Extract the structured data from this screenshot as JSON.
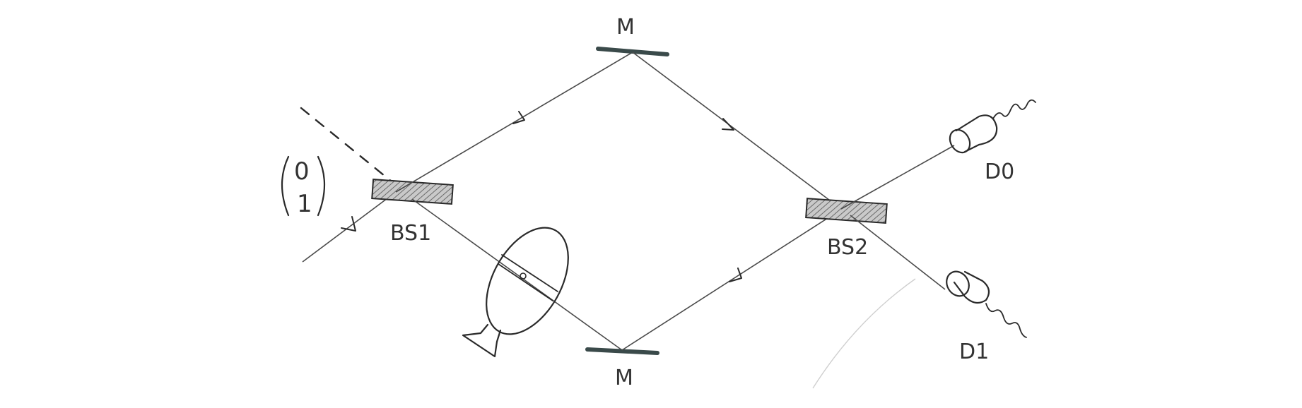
{
  "diagram": {
    "mirror_top_label": "M",
    "mirror_bottom_label": "M",
    "bs1_label": "BS1",
    "bs2_label": "BS2",
    "detector0_label": "D0",
    "detector1_label": "D1",
    "state_vector": {
      "top": "0",
      "bottom": "1"
    }
  },
  "colors": {
    "ink": "#2a2a2a",
    "beam": "#4a4a4a",
    "hatch": "#8a8a8a",
    "mirror": "#3a4a4a"
  }
}
